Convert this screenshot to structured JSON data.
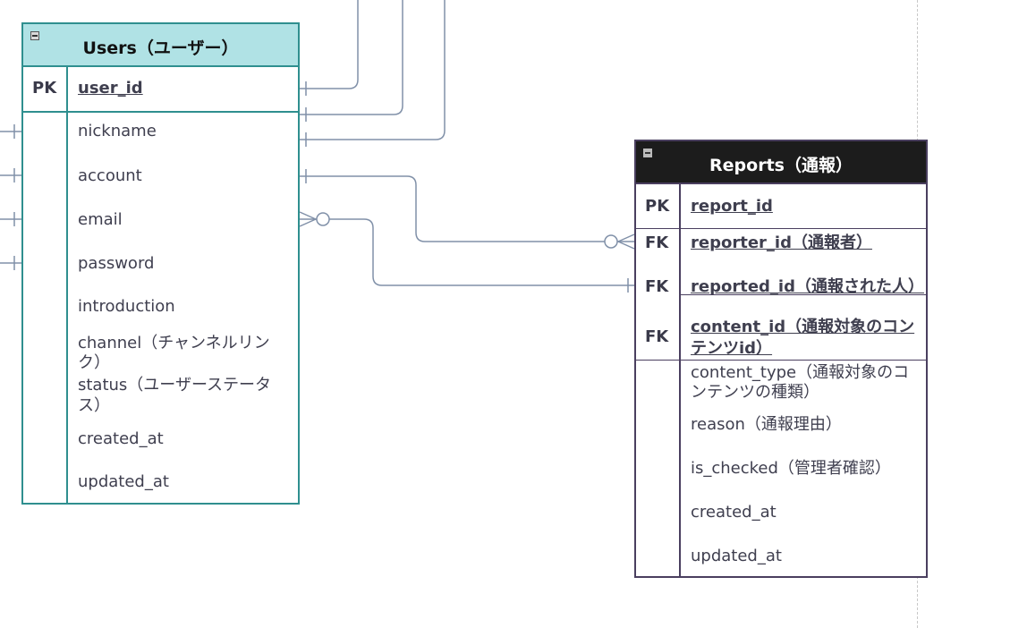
{
  "users": {
    "title": "Users（ユーザー）",
    "pk": {
      "label": "PK",
      "name": "user_id"
    },
    "fields": [
      "nickname",
      "account",
      "email",
      "password",
      "introduction",
      "channel（チャンネルリン",
      "ク）",
      "status（ユーザーステータ",
      "ス）",
      "created_at",
      "updated_at"
    ],
    "header_color": "#b0e2e5",
    "border_color": "#2f8f8f"
  },
  "reports": {
    "title": "Reports（通報）",
    "pk": {
      "label": "PK",
      "name": "report_id"
    },
    "fks": [
      {
        "label": "FK",
        "lines": [
          "reporter_id（通報者）"
        ]
      },
      {
        "label": "FK",
        "lines": [
          "reported_id（通報された人）"
        ]
      },
      {
        "label": "FK",
        "lines": [
          "content_id（通報対象のコン",
          "テンツid）"
        ]
      }
    ],
    "fields": [
      "content_type（通報対象のコ",
      "ンテンツの種類）",
      "reason（通報理由）",
      "is_checked（管理者確認）",
      "created_at",
      "updated_at"
    ],
    "header_color": "#1c1c1c",
    "border_color": "#4a3f5f"
  },
  "connector_color": "#8090a8"
}
